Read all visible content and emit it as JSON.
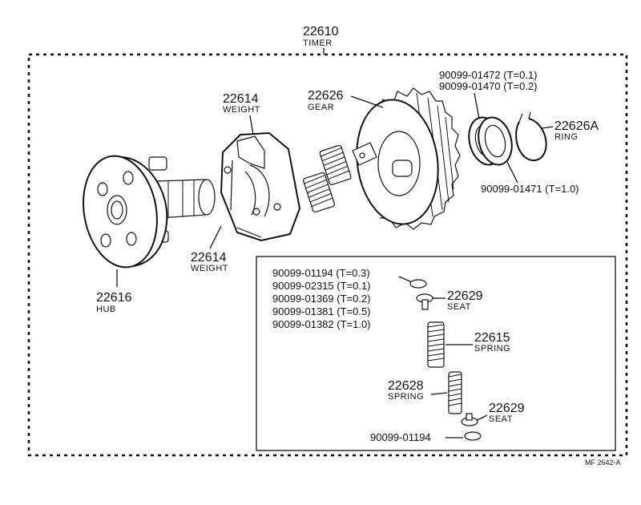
{
  "timer": {
    "number": "22610",
    "name": "TIMER"
  },
  "hub": {
    "number": "22616",
    "name": "HUB"
  },
  "weight_top": {
    "number": "22614",
    "name": "WEIGHT"
  },
  "weight_bottom": {
    "number": "22614",
    "name": "WEIGHT"
  },
  "gear": {
    "number": "22626",
    "name": "GEAR"
  },
  "washers_top": [
    "90099-01472 (T=0.1)",
    "90099-01470 (T=0.2)"
  ],
  "ring": {
    "number": "22626A",
    "name": "RING"
  },
  "washer_side": "90099-01471 (T=1.0)",
  "shims": [
    "90099-01194 (T=0.3)",
    "90099-02315 (T=0.1)",
    "90099-01369 (T=0.2)",
    "90099-01381 (T=0.5)",
    "90099-01382 (T=1.0)"
  ],
  "seat_top": {
    "number": "22629",
    "name": "SEAT"
  },
  "spring_outer": {
    "number": "22615",
    "name": "SPRING"
  },
  "spring_inner": {
    "number": "22628",
    "name": "SPRING"
  },
  "seat_bottom": {
    "number": "22629",
    "name": "SEAT"
  },
  "shim_bottom": "90099-01194",
  "footer_code": "MF  2642-A"
}
